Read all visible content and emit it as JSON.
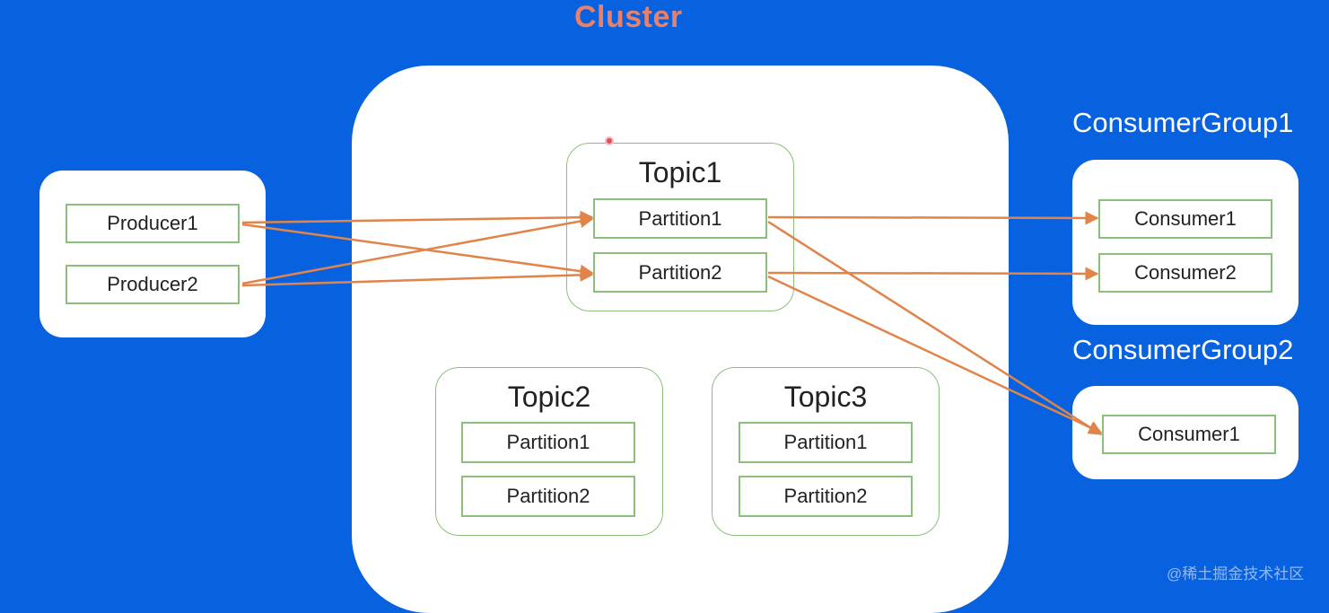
{
  "cluster": {
    "title": "Cluster"
  },
  "producers": [
    "Producer1",
    "Producer2"
  ],
  "topics": [
    {
      "name": "Topic1",
      "partitions": [
        "Partition1",
        "Partition2"
      ]
    },
    {
      "name": "Topic2",
      "partitions": [
        "Partition1",
        "Partition2"
      ]
    },
    {
      "name": "Topic3",
      "partitions": [
        "Partition1",
        "Partition2"
      ]
    }
  ],
  "consumer_groups": [
    {
      "name": "ConsumerGroup1",
      "consumers": [
        "Consumer1",
        "Consumer2"
      ]
    },
    {
      "name": "ConsumerGroup2",
      "consumers": [
        "Consumer1"
      ]
    }
  ],
  "colors": {
    "background": "#0862df",
    "arrow": "#e0844a",
    "box_border": "#8cc07a",
    "title": "#e9806a"
  },
  "watermark": "@稀土掘金技术社区"
}
